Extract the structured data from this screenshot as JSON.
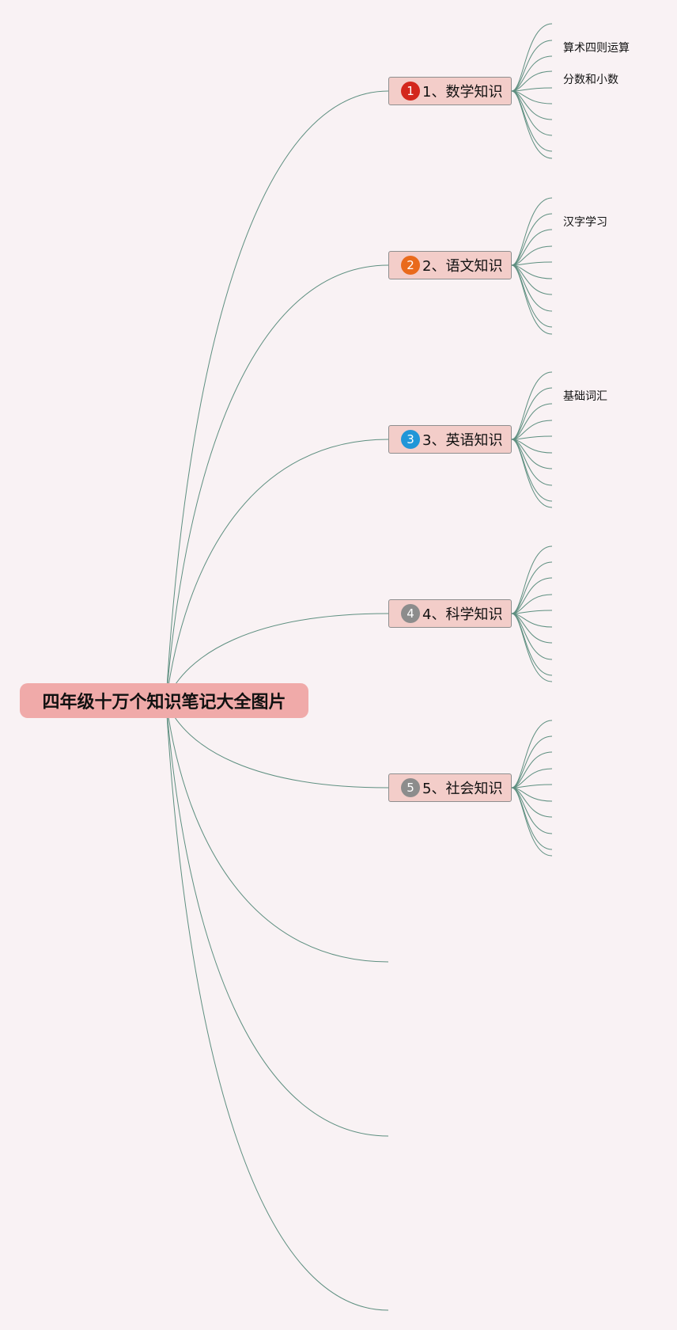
{
  "root": {
    "title": "四年级十万个知识笔记大全图片"
  },
  "colors": {
    "line": "#5e8f80",
    "branch_fill": "#f3cdc9",
    "root_fill": "#f0aaa9"
  },
  "branches": [
    {
      "number": "1",
      "label": "1、数学知识",
      "badge_color": "#d3271d",
      "leaves": [
        "算术四则运算",
        "分数和小数"
      ]
    },
    {
      "number": "2",
      "label": "2、语文知识",
      "badge_color": "#e96a1c",
      "leaves": [
        "汉字学习"
      ]
    },
    {
      "number": "3",
      "label": "3、英语知识",
      "badge_color": "#2196d8",
      "leaves": [
        "基础词汇"
      ]
    },
    {
      "number": "4",
      "label": "4、科学知识",
      "badge_color": "#8c8c8c",
      "leaves": []
    },
    {
      "number": "5",
      "label": "5、社会知识",
      "badge_color": "#8c8c8c",
      "leaves": []
    }
  ]
}
